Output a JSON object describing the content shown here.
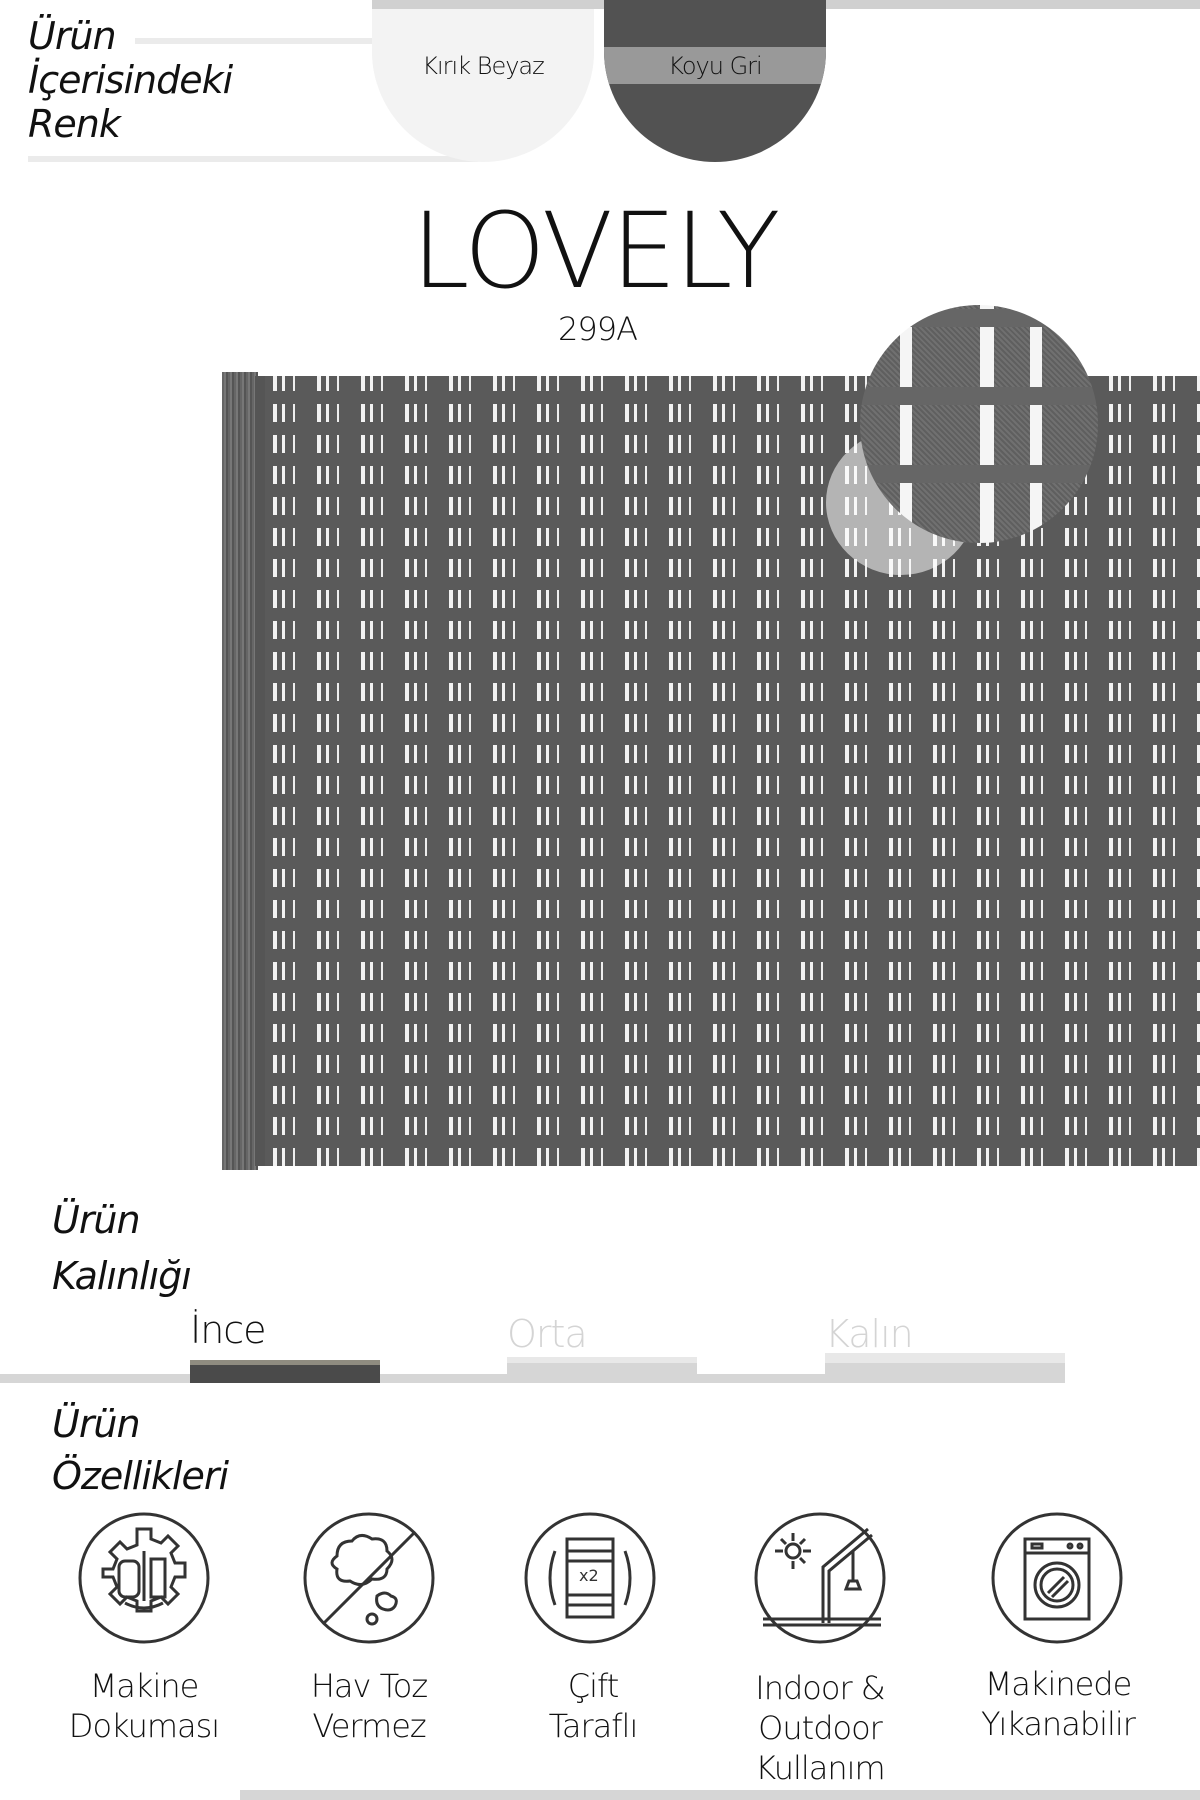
{
  "colors_section": {
    "heading_line1": "Ürün",
    "heading_line2": "İçerisindeki",
    "heading_line3": "Renk",
    "swatches": [
      {
        "label": "Kırık Beyaz",
        "color": "#f3f3f3",
        "band": "#f3f3f3"
      },
      {
        "label": "Koyu Gri",
        "color": "#525252",
        "band": "#999999"
      }
    ]
  },
  "product": {
    "name": "LOVELY",
    "code": "299A"
  },
  "thickness": {
    "heading_line1": "Ürün",
    "heading_line2": "Kalınlığı",
    "options": [
      {
        "label": "İnce",
        "selected": true
      },
      {
        "label": "Orta",
        "selected": false
      },
      {
        "label": "Kalın",
        "selected": false
      }
    ]
  },
  "features": {
    "heading_line1": "Ürün",
    "heading_line2": "Özellikleri",
    "items": [
      {
        "icon": "machine-weaving-icon",
        "line1": "Makine",
        "line2": "Dokuması"
      },
      {
        "icon": "no-lint-icon",
        "line1": "Hav Toz",
        "line2": "Vermez"
      },
      {
        "icon": "double-sided-icon",
        "line1": "Çift",
        "line2": "Taraflı"
      },
      {
        "icon": "indoor-outdoor-icon",
        "line1": "Indoor &",
        "line2": "Outdoor",
        "line3": "Kullanım"
      },
      {
        "icon": "washing-machine-icon",
        "line1": "Makinede",
        "line2": "Yıkanabilir"
      }
    ]
  }
}
